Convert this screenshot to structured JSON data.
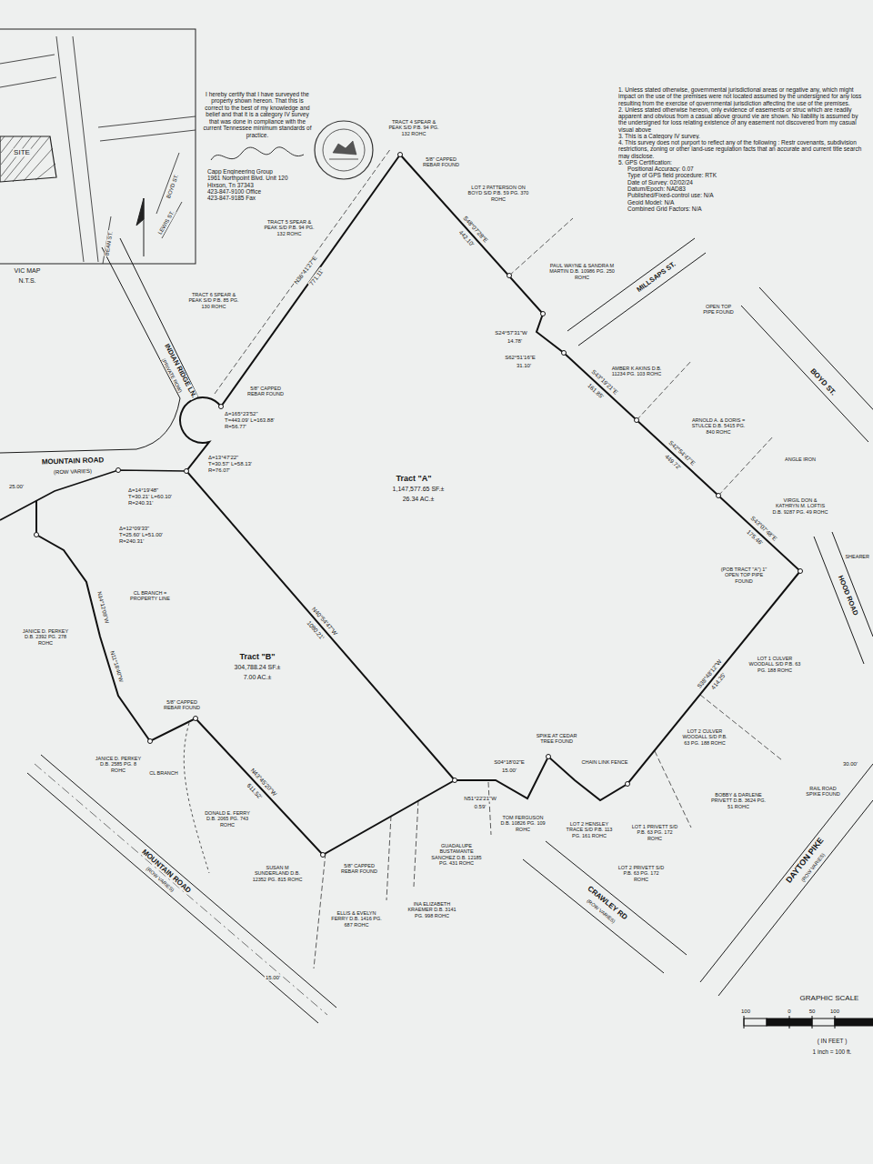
{
  "diagram": {
    "labels": [
      "I hereby certify that I have surveyed the property shown hereon. That this is correct to the best of my knowledge and belief and that it is a category IV survey that was done in compliance with the current Tennessee minimum standards of practice.",
      "Capp Engineering Group",
      "1961 Northpoint Blvd. Unit 120",
      "Hixson, Tn 37343",
      "423-847-9100 Office",
      "423-847-9185 Fax",
      "VIC MAP",
      "N.T.S.",
      "SITE",
      "BOYD ST.",
      "LEWIS ST.",
      "BEAN ST.",
      "1. Unless stated otherwise, governmental jurisdictional areas or negative any, which might impact on the use of the premises were not located assumed by the undersigned for any loss resulting from the exercise of governmental jurisdiction affecting the use of the premises.",
      "2. Unless stated otherwise hereon, only evidence of easements or struc which are readily apparent and obvious from a casual above ground vie are shown. No liability is assumed by the undersigned for loss relating existence of any easement not discovered from my casual visual above",
      "3. This is a Category IV survey.",
      "4. This survey does not purport to reflect any of the following : Restr covenants, subdivision restrictions, zoning or other land-use regulation facts that an accurate and current title search may disclose.",
      "5. GPS Certification:",
      "Positional Accuracy: 0.07",
      "Type of GPS field procedure: RTK",
      "Date of Survey: 02/02/24",
      "Datum/Epoch: NAD83",
      "Published/Fixed-control use: N/A",
      "Geoid Model: N/A",
      "Combined Grid Factors: N/A",
      "Tract \"A\"",
      "1,147,577.65 SF.±",
      "26.34 AC.±",
      "Tract \"B\"",
      "304,788.24 SF.±",
      "7.00 AC.±",
      "MOUNTAIN ROAD",
      "(ROW VARIES)",
      "INDIAN RIDGE LN.",
      "(PRIVATE ROW)",
      "MOUNTAIN ROAD",
      "(ROW VARIES)",
      "CRAWLEY RD",
      "(ROW VARIES)",
      "DAYTON PIKE",
      "(ROW VARIES)",
      "HOOD ROAD",
      "BOYD ST.",
      "MILLSAPS ST.",
      "N36°41'27\"E",
      "771.11'",
      "S48°07'28\"E",
      "442.10'",
      "S24°57'31\"W",
      "14.78'",
      "S62°51'16\"E",
      "31.10'",
      "S43°19'21\"E",
      "161.85'",
      "S42°54'47\"E",
      "449.72'",
      "S43°07'48\"E",
      "175.46'",
      "S38°48'12\"W",
      "414.25'",
      "SPIKE AT CEDAR TREE FOUND",
      "CHAIN LINK FENCE",
      "S04°18'02\"E",
      "15.00'",
      "N51°22'21\"W",
      "0.59'",
      "N40°54'47\"W",
      "1080.21'",
      "N43°45'20\"W",
      "611.52'",
      "N14°12'09\"W",
      "N11°18'40\"W",
      "Δ=165°23'52\" T=443.09' L=163.88' R=56.77'",
      "Δ=14°19'48\" T=30.21' L=60.10' R=240.31'",
      "Δ=13°47'22\" T=30.57' L=58.13' R=76.07'",
      "Δ=12°09'33\" T=25.60' L=51.00' R=240.31'",
      "25.00'",
      "15.00'",
      "30.00'",
      "TRACT 4 SPEAR & PEAK S/D P.B. 94 PG. 132 ROHC",
      "TRACT 5 SPEAR & PEAK S/D P.B. 94 PG. 132 ROHC",
      "TRACT 6 SPEAR & PEAK S/D P.B. 85 PG. 130 ROHC",
      "LOT 2 PATTERSON ON BOYD S/D P.B. 59 PG. 370 ROHC",
      "PAUL WAYNE & SANDRA M MARTIN D.B. 10986 PG. 250 ROHC",
      "AMBER K AKINS D.B. 11234 PG. 103 ROHC",
      "ARNOLD A. & DORIS = STULCE D.B. 5415 PG. 840 ROHC",
      "VIRGIL DON & KATHRYN M. LOFTIS D.B. 9287 PG. 49 ROHC",
      "SHEARER",
      "(POB TRACT \"A\") 1\" OPEN TOP PIPE FOUND",
      "LOT 1 CULVER WOODALL S/D P.B. 63 PG. 188 ROHC",
      "LOT 2 CULVER WOODALL S/D P.B. 63 PG. 188 ROHC",
      "BOBBY & DARLENE PRIVETT D.B. 3624 PG. 51 ROHC",
      "LOT 1 PRIVETT S/D P.B. 63 PG. 172 ROHC",
      "LOT 2 PRIVETT S/D P.B. 63 PG. 172 ROHC",
      "LOT 2 HENSLEY TRACE S/D P.B. 113 PG. 161 ROHC",
      "TOM FERGUSON D.B. 10826 PG. 109 ROHC",
      "GUADALUPE BUSTAMANTE SANCHEZ D.B. 12185 PG. 431 ROHC",
      "INA ELIZABETH KRAEMER D.B. 3141 PG. 998 ROHC",
      "ELLIS & EVELYN FERRY D.B. 1416 PG. 687 ROHC",
      "SUSAN M SUNDERLAND D.B. 12352 PG. 815 ROHC",
      "DONALD E. FERRY D.B. 2065 PG. 743 ROHC",
      "JANICE D. PERKEY D.B. 2585 PG. 8 ROHC",
      "JANICE D. PERKEY D.B. 2392 PG. 278 ROHC",
      "CL BRANCH = PROPERTY LINE",
      "CL BRANCH",
      "5/8\" CAPPED REBAR FOUND",
      "5/8\" CAPPED REBAR FOUND",
      "5/8\" CAPPED REBAR FOUND",
      "5/8\" CAPPED REBAR FOUND",
      "ANGLE IRON",
      "OPEN TOP PIPE FOUND",
      "RAIL ROAD SPIKE FOUND",
      "GRAPHIC SCALE",
      "100",
      "0",
      "50",
      "100",
      "( IN FEET )",
      "1 inch = 100 ft."
    ]
  }
}
